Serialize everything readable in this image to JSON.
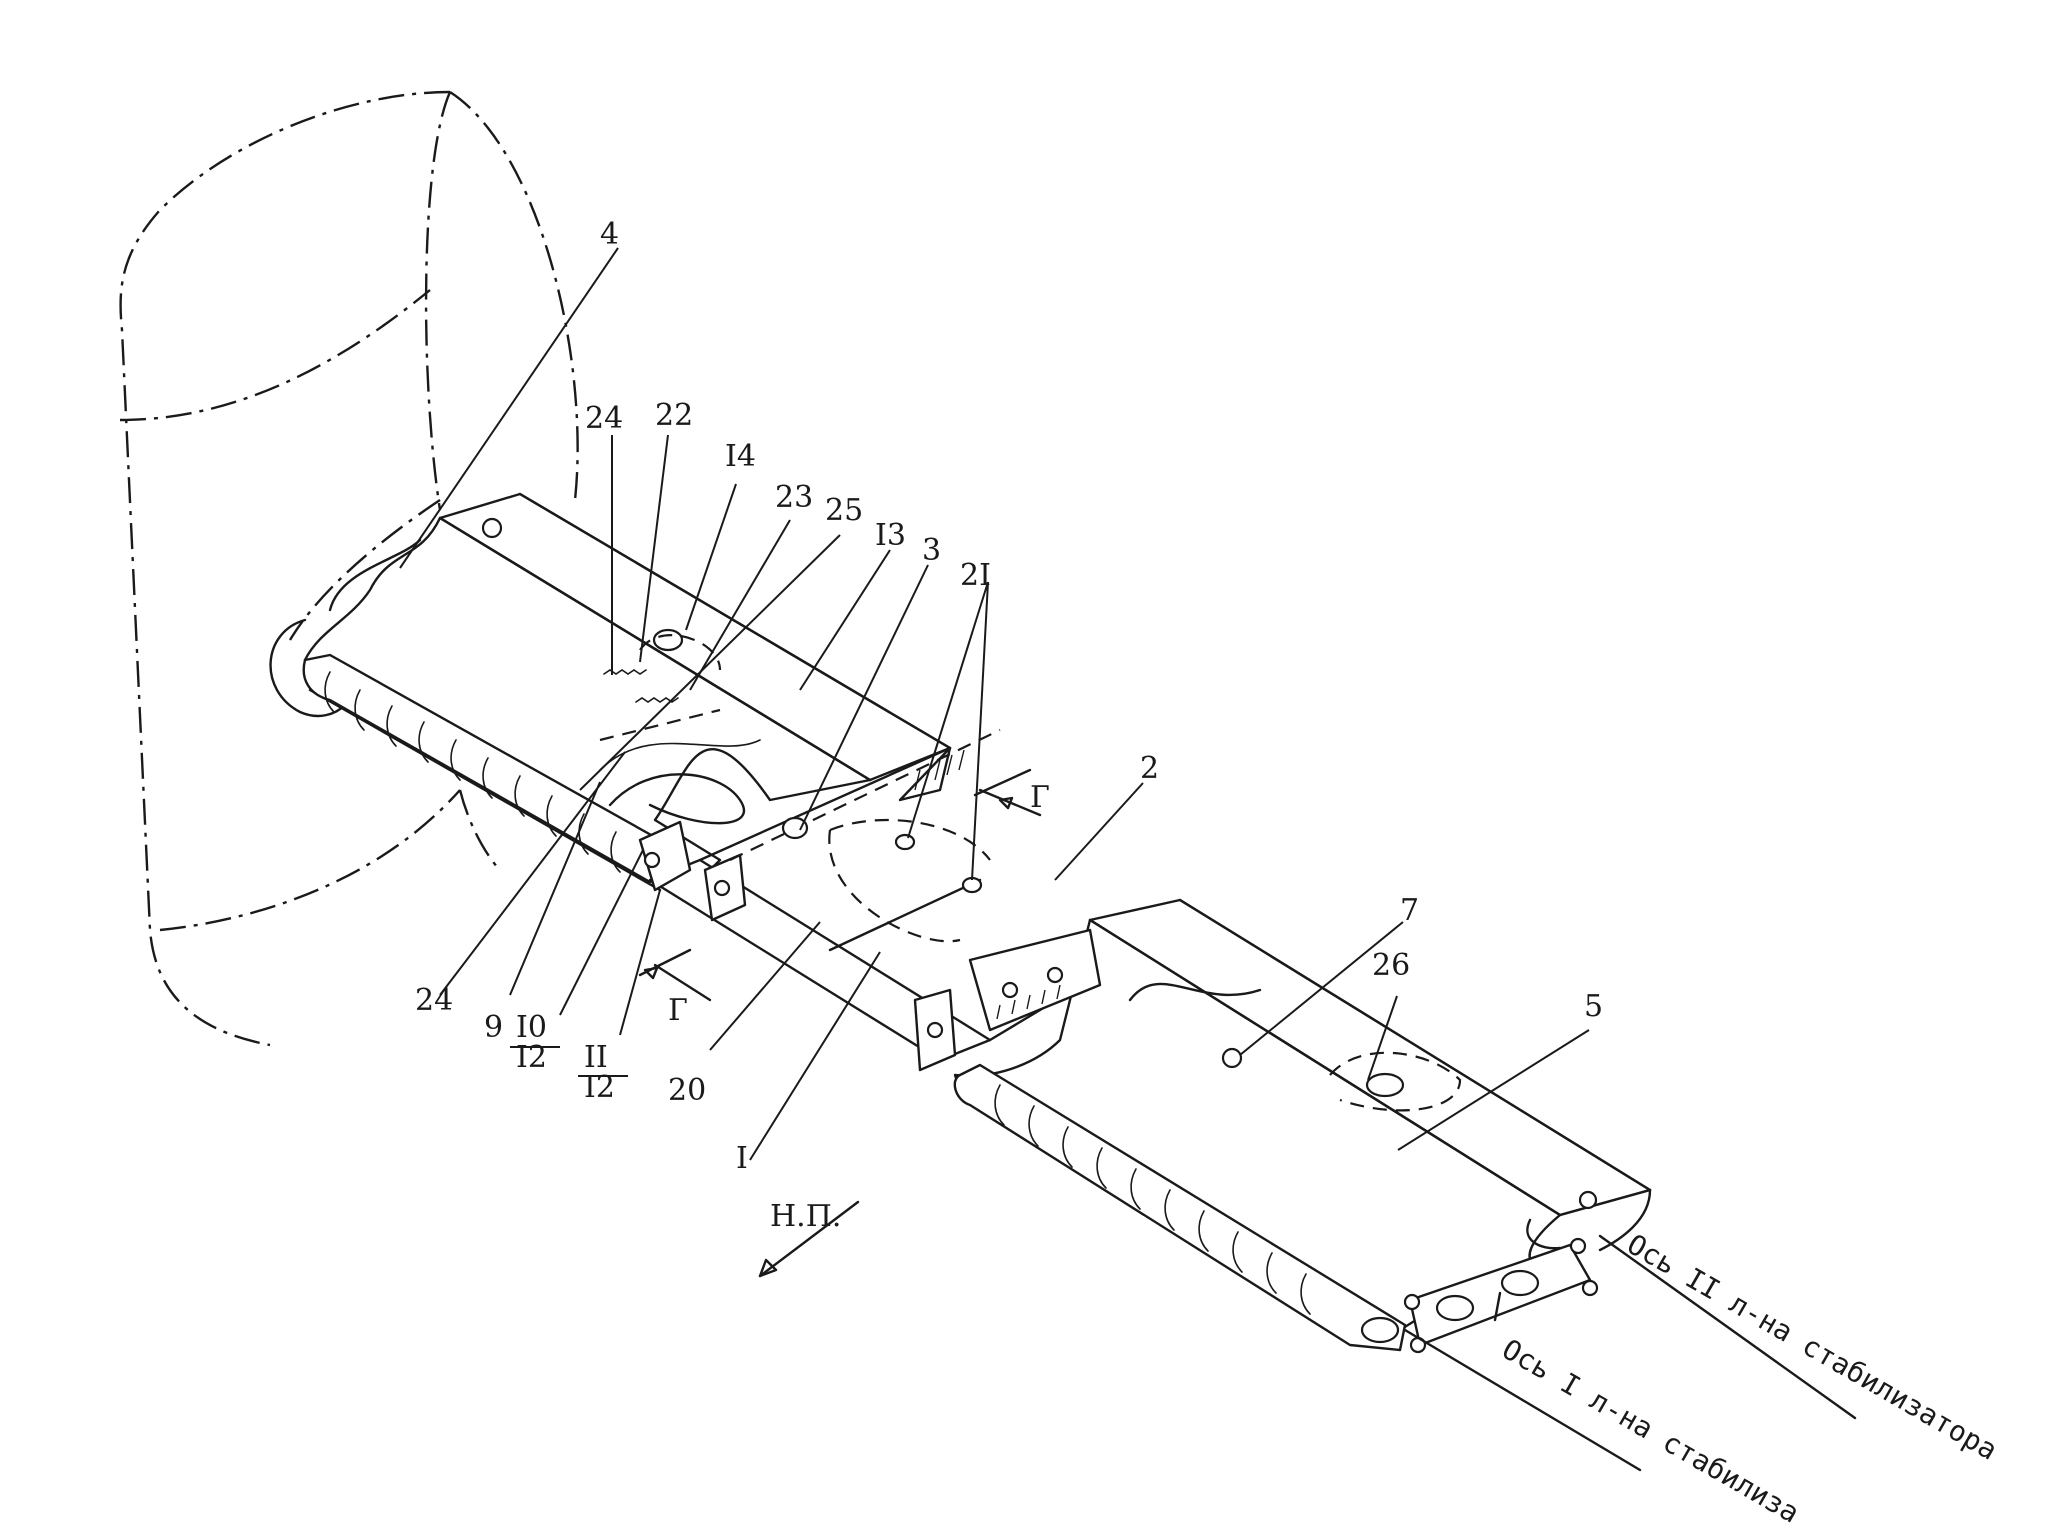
{
  "diagram": {
    "callouts": [
      {
        "id": "c4",
        "text": "4"
      },
      {
        "id": "c24a",
        "text": "24"
      },
      {
        "id": "c22",
        "text": "22"
      },
      {
        "id": "c14",
        "text": "I4"
      },
      {
        "id": "c23",
        "text": "23"
      },
      {
        "id": "c25",
        "text": "25"
      },
      {
        "id": "c13",
        "text": "I3"
      },
      {
        "id": "c3",
        "text": "3"
      },
      {
        "id": "c21",
        "text": "2I"
      },
      {
        "id": "c2",
        "text": "2"
      },
      {
        "id": "cG1",
        "text": "Г"
      },
      {
        "id": "c7",
        "text": "7"
      },
      {
        "id": "c26",
        "text": "26"
      },
      {
        "id": "c5",
        "text": "5"
      },
      {
        "id": "c24b",
        "text": "24"
      },
      {
        "id": "c9",
        "text": "9"
      },
      {
        "id": "c10",
        "text": "I0"
      },
      {
        "id": "c12a",
        "text": "I2"
      },
      {
        "id": "cG2",
        "text": "Г"
      },
      {
        "id": "c11",
        "text": "II"
      },
      {
        "id": "c12b",
        "text": "I2"
      },
      {
        "id": "c20",
        "text": "20"
      },
      {
        "id": "c1",
        "text": "I"
      },
      {
        "id": "cNP",
        "text": "Н.П."
      }
    ],
    "axis_labels": {
      "axis_2": "Ось II л-на стабилизатора",
      "axis_1": "Ось I л-на стабилиза"
    }
  }
}
